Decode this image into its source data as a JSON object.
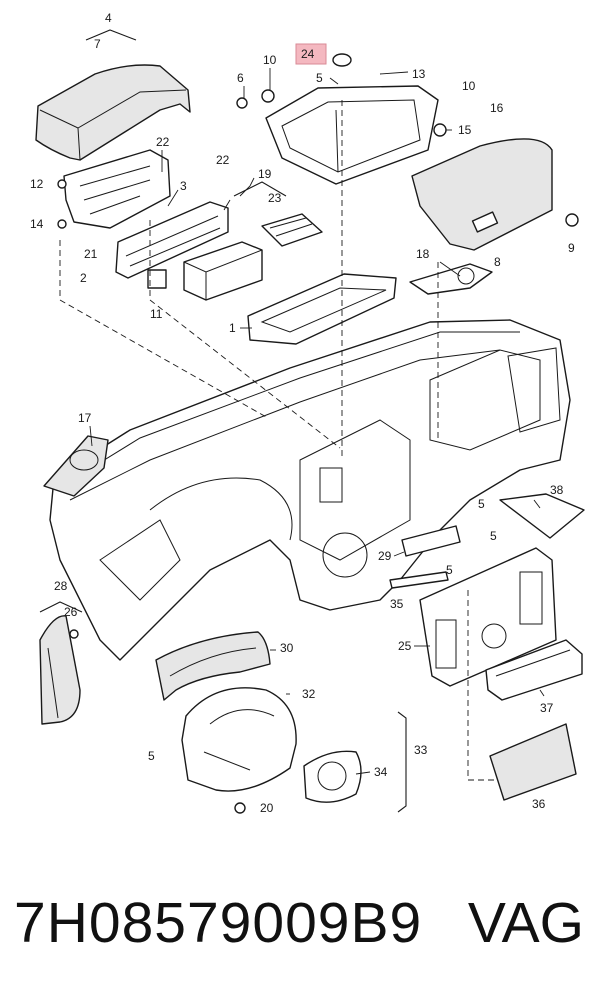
{
  "diagram": {
    "callouts": {
      "c1": "1",
      "c2": "2",
      "c3": "3",
      "c4": "4",
      "c5a": "5",
      "c5b": "5",
      "c5c": "5",
      "c5d": "5",
      "c5e": "5",
      "c6": "6",
      "c7": "7",
      "c8": "8",
      "c9": "9",
      "c10a": "10",
      "c10b": "10",
      "c11": "11",
      "c12": "12",
      "c13": "13",
      "c14": "14",
      "c15": "15",
      "c16": "16",
      "c17": "17",
      "c18": "18",
      "c19": "19",
      "c20": "20",
      "c21": "21",
      "c22a": "22",
      "c22b": "22",
      "c23": "23",
      "c24": "24",
      "c25": "25",
      "c26": "26",
      "c28": "28",
      "c29": "29",
      "c30": "30",
      "c32": "32",
      "c33": "33",
      "c34": "34",
      "c35": "35",
      "c36": "36",
      "c37": "37",
      "c38": "38"
    }
  },
  "footer": {
    "part_number": "7H08579009B9",
    "brand": "VAG"
  },
  "colors": {
    "highlight": "#f4b8c0",
    "line": "#1a1a1a"
  }
}
